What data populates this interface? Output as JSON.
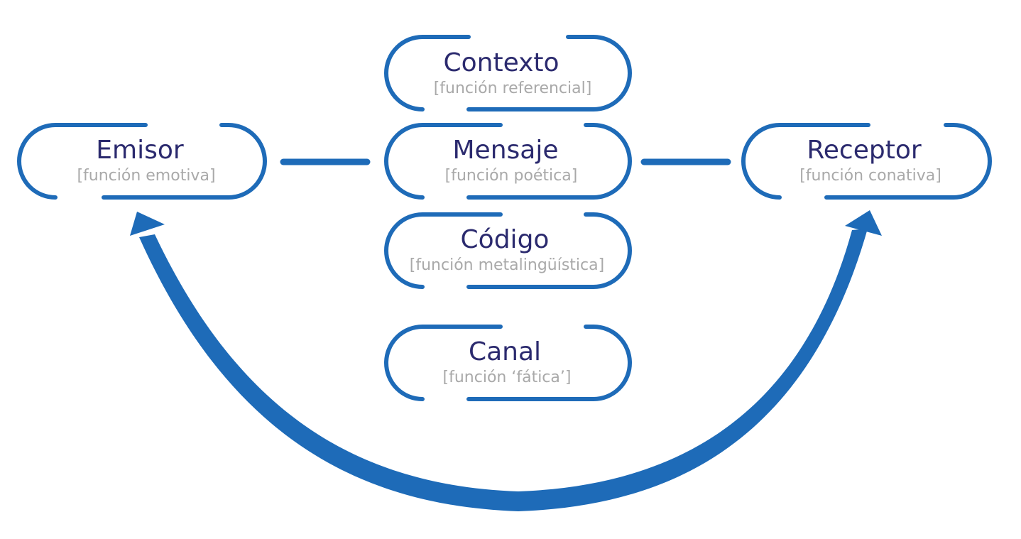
{
  "colors": {
    "stroke": "#1e6bb8",
    "title": "#2b2a6e",
    "subtitle": "#a9a9a9",
    "background": "#ffffff"
  },
  "nodes": {
    "contexto": {
      "title": "Contexto",
      "subtitle": "[función referencial]"
    },
    "emisor": {
      "title": "Emisor",
      "subtitle": "[función emotiva]"
    },
    "mensaje": {
      "title": "Mensaje",
      "subtitle": "[función poética]"
    },
    "receptor": {
      "title": "Receptor",
      "subtitle": "[función conativa]"
    },
    "codigo": {
      "title": "Código",
      "subtitle": "[función metalingüística]"
    },
    "canal": {
      "title": "Canal",
      "subtitle": "[función ‘fática’]"
    }
  }
}
